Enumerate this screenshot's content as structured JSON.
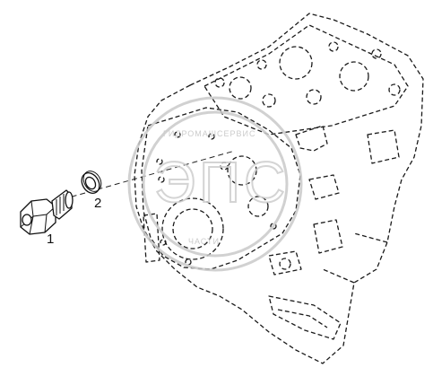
{
  "diagram": {
    "callouts": [
      {
        "id": "1",
        "label": "1"
      },
      {
        "id": "2",
        "label": "2"
      }
    ],
    "watermark": {
      "text_top": "ГИДРОМАШСЕРВИС",
      "text_mid": "ЭПС",
      "text_bottom": "ЧАСТИ"
    },
    "colors": {
      "line": "#111111",
      "watermark": "#c9c9c9",
      "background": "#ffffff"
    }
  }
}
